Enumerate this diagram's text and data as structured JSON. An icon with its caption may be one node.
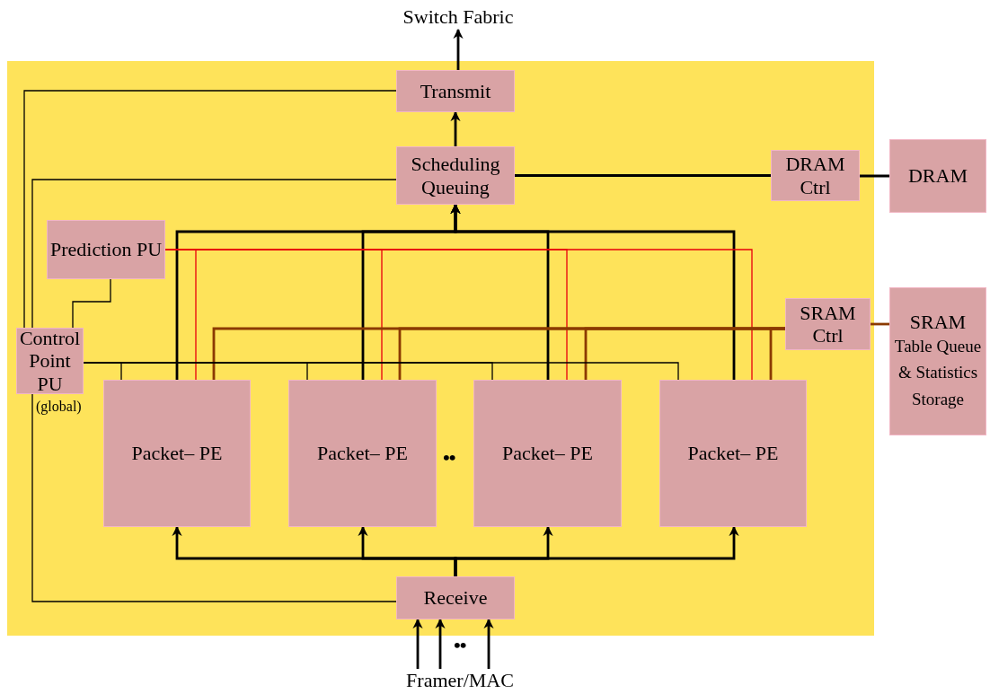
{
  "diagram": {
    "nodes": [
      {
        "text": [],
        "shape": "box"
      },
      {
        "text": [
          "Switch Fabric"
        ]
      },
      {
        "text": [
          "Transmit"
        ],
        "in": 0
      },
      {
        "text": [
          "Scheduling Queuing"
        ],
        "in": 0
      },
      {
        "text": [
          "DRAM Ctrl"
        ],
        "in": 0
      },
      {
        "text": [
          "DRAM"
        ]
      },
      {
        "text": [
          "Prediction PU"
        ],
        "in": 0
      },
      {
        "text": [
          "SRAM Ctrl"
        ],
        "in": 0
      },
      {
        "text": [
          "SRAM",
          "Table Queue & Statistics Storage"
        ]
      },
      {
        "text": [
          "Control Point PU"
        ],
        "beside": [
          "(global)"
        ],
        "in": 0
      },
      {
        "text": [
          "Packet– PE"
        ],
        "in": 0
      },
      {
        "text": [
          "Packet– PE"
        ],
        "in": 0
      },
      {
        "text": [
          "Packet– PE"
        ],
        "in": 0
      },
      {
        "text": [
          "Packet– PE"
        ],
        "in": 0
      },
      {
        "text": [
          "Receive"
        ],
        "in": 0
      },
      {
        "text": [
          "Framer/MAC"
        ]
      }
    ],
    "edges": [
      {
        "from": 2,
        "to": 1,
        "arrow": "to"
      },
      {
        "from": 3,
        "to": 2,
        "arrow": "to"
      },
      {
        "from": 10,
        "to": 3,
        "arrow": "to"
      },
      {
        "from": 11,
        "to": 3,
        "arrow": "to"
      },
      {
        "from": 12,
        "to": 3,
        "arrow": "to"
      },
      {
        "from": 13,
        "to": 3,
        "arrow": "to"
      },
      {
        "from": 3,
        "to": 4,
        "arrow": "none"
      },
      {
        "from": 4,
        "to": 5,
        "arrow": "none"
      },
      {
        "from": 6,
        "to": 10,
        "arrow": "none",
        "color": "#e8000b"
      },
      {
        "from": 6,
        "to": 11,
        "arrow": "none",
        "color": "#e8000b"
      },
      {
        "from": 6,
        "to": 12,
        "arrow": "none",
        "color": "#e8000b"
      },
      {
        "from": 6,
        "to": 13,
        "arrow": "none",
        "color": "#e8000b"
      },
      {
        "from": 7,
        "to": 10,
        "arrow": "none",
        "color": "#8b3a00"
      },
      {
        "from": 7,
        "to": 11,
        "arrow": "none",
        "color": "#8b3a00"
      },
      {
        "from": 7,
        "to": 12,
        "arrow": "none",
        "color": "#8b3a00"
      },
      {
        "from": 7,
        "to": 13,
        "arrow": "none",
        "color": "#8b3a00"
      },
      {
        "from": 7,
        "to": 8,
        "arrow": "none",
        "color": "#8b3a00"
      },
      {
        "from": 9,
        "to": 2,
        "arrow": "none"
      },
      {
        "from": 9,
        "to": 3,
        "arrow": "none"
      },
      {
        "from": 9,
        "to": 6,
        "arrow": "none"
      },
      {
        "from": 9,
        "to": 10,
        "arrow": "none"
      },
      {
        "from": 9,
        "to": 11,
        "arrow": "none"
      },
      {
        "from": 9,
        "to": 12,
        "arrow": "none"
      },
      {
        "from": 9,
        "to": 13,
        "arrow": "none"
      },
      {
        "from": 9,
        "to": 14,
        "arrow": "none"
      },
      {
        "from": 14,
        "to": 10,
        "arrow": "to"
      },
      {
        "from": 14,
        "to": 11,
        "arrow": "to"
      },
      {
        "from": 14,
        "to": 12,
        "arrow": "to"
      },
      {
        "from": 14,
        "to": 13,
        "arrow": "to"
      },
      {
        "from": 15,
        "to": 14,
        "arrow": "to"
      },
      {
        "from": 15,
        "to": 14,
        "arrow": "to"
      },
      {
        "from": 15,
        "to": 14,
        "arrow": "to"
      }
    ],
    "labels": [
      "••",
      "••"
    ]
  }
}
